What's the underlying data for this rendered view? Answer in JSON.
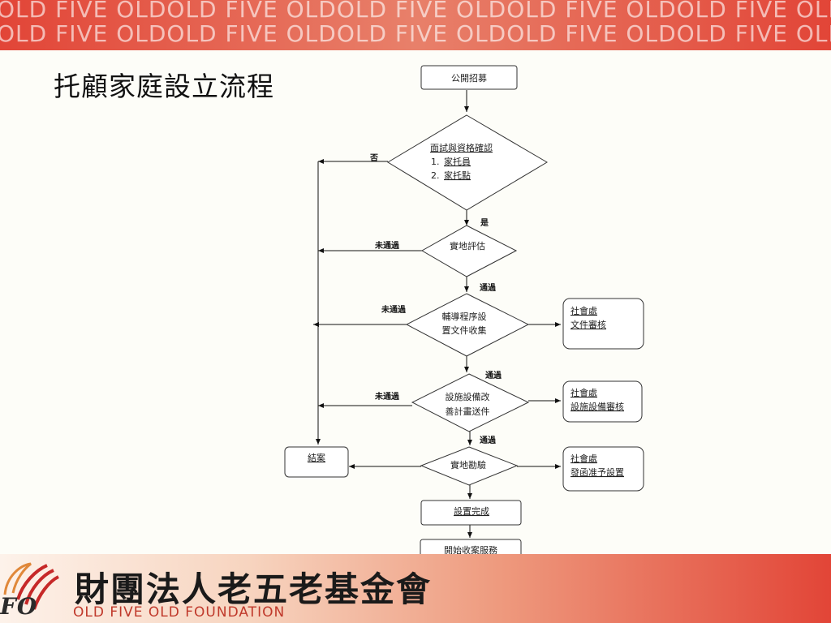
{
  "banner": {
    "text": "OLD FIVE OLDOLD FIVE OLDOLD FIVE OLDOLD FIVE OLDOLD FIVE OLD"
  },
  "title": "托顧家庭設立流程",
  "nodes": {
    "recruit": "公開招募",
    "interview_title": "面試與資格確認",
    "interview_item1_num": "1.",
    "interview_item1": "家托員",
    "interview_item2_num": "2.",
    "interview_item2": "家托點",
    "site_eval": "實地評估",
    "docs_line1": "輔導程序設",
    "docs_line2": "置文件收集",
    "improve_line1": "設施設備改",
    "improve_line2": "善計畫送件",
    "inspect": "實地勘驗",
    "close": "結案",
    "done": "設置完成",
    "service": "開始收案服務",
    "sw_docs_line1": "社會處",
    "sw_docs_line2": "文件審核",
    "sw_fac_line1": "社會處",
    "sw_fac_line2": "設施設備審核",
    "sw_approve_line1": "社會處",
    "sw_approve_line2": "發函准予設置"
  },
  "labels": {
    "no": "否",
    "yes": "是",
    "fail1": "未通過",
    "pass1": "通過",
    "fail2": "未通過",
    "pass2": "通過",
    "fail3": "未通過",
    "pass3": "通過"
  },
  "footer": {
    "org_abbr": "FO",
    "org_name_cn": "財團法人老五老基金會",
    "org_name_en": "OLD FIVE OLD FOUNDATION"
  }
}
